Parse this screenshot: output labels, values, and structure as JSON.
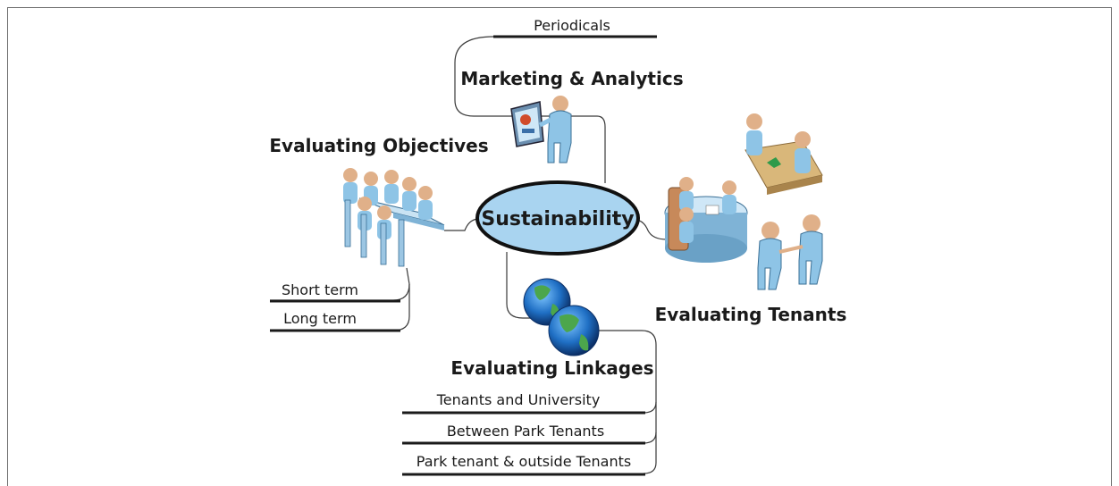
{
  "center": {
    "label": "Sustainability"
  },
  "nodes": {
    "marketing": {
      "title": "Marketing & Analytics",
      "items": [
        "Periodicals"
      ]
    },
    "objectives": {
      "title": "Evaluating Objectives",
      "items": [
        "Short term",
        "Long term"
      ]
    },
    "tenants": {
      "title": "Evaluating Tenants"
    },
    "linkages": {
      "title": "Evaluating Linkages",
      "items": [
        "Tenants and University",
        "Between Park Tenants",
        "Park tenant & outside Tenants"
      ]
    }
  }
}
